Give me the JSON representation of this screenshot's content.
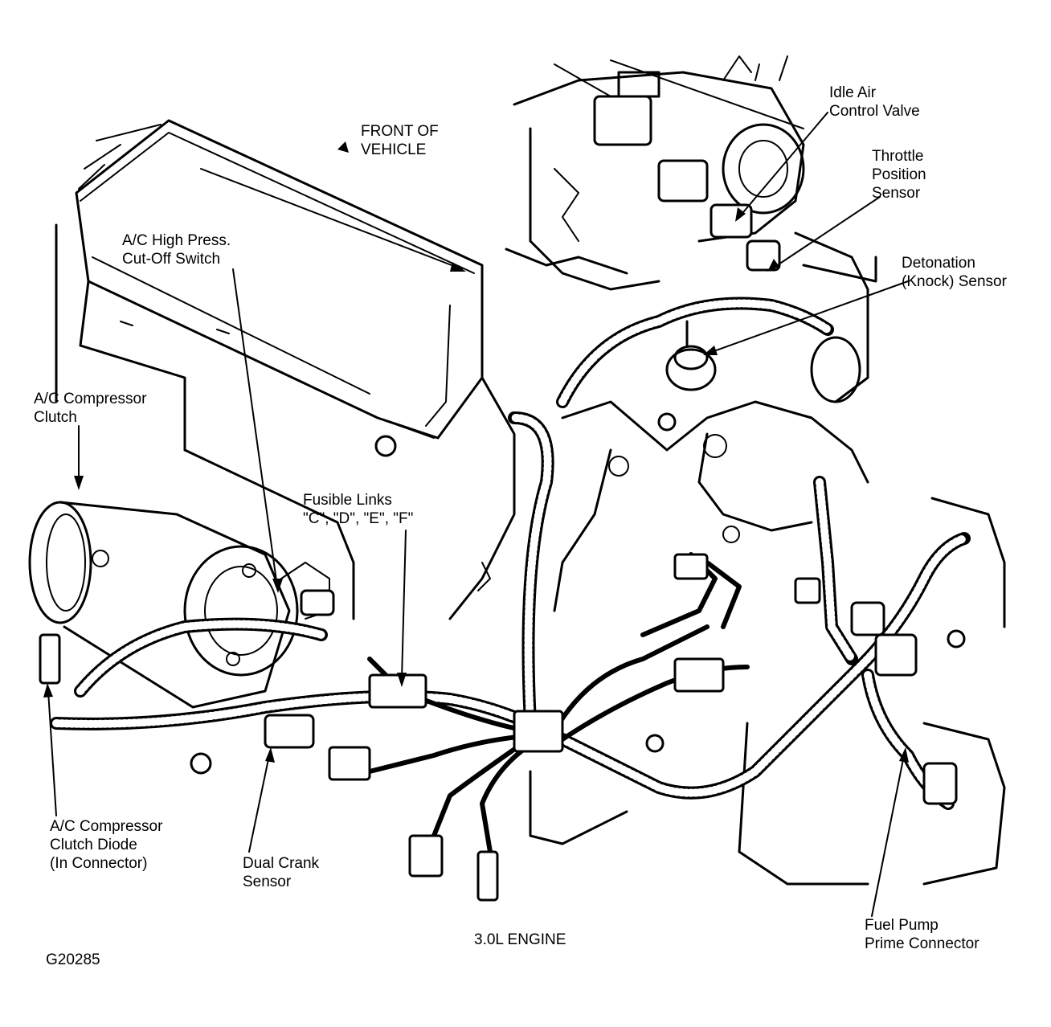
{
  "figure": {
    "code": "G20285",
    "caption": "3.0L ENGINE"
  },
  "labels": {
    "front_of_vehicle": [
      "FRONT OF",
      "VEHICLE"
    ],
    "idle_air_control_valve": [
      "Idle Air",
      "Control Valve"
    ],
    "throttle_position_sensor": [
      "Throttle",
      "Position",
      "Sensor"
    ],
    "detonation_sensor": [
      "Detonation",
      "(Knock) Sensor"
    ],
    "ac_high_press_switch": [
      "A/C High Press.",
      "Cut-Off Switch"
    ],
    "ac_compressor_clutch": [
      "A/C Compressor",
      "Clutch"
    ],
    "fusible_links": [
      "Fusible Links",
      "\"C\", \"D\", \"E\", \"F\""
    ],
    "ac_clutch_diode": [
      "A/C Compressor",
      "Clutch Diode",
      "(In Connector)"
    ],
    "dual_crank_sensor": [
      "Dual Crank",
      "Sensor"
    ],
    "fuel_pump_prime_connector": [
      "Fuel Pump",
      "Prime Connector"
    ]
  }
}
